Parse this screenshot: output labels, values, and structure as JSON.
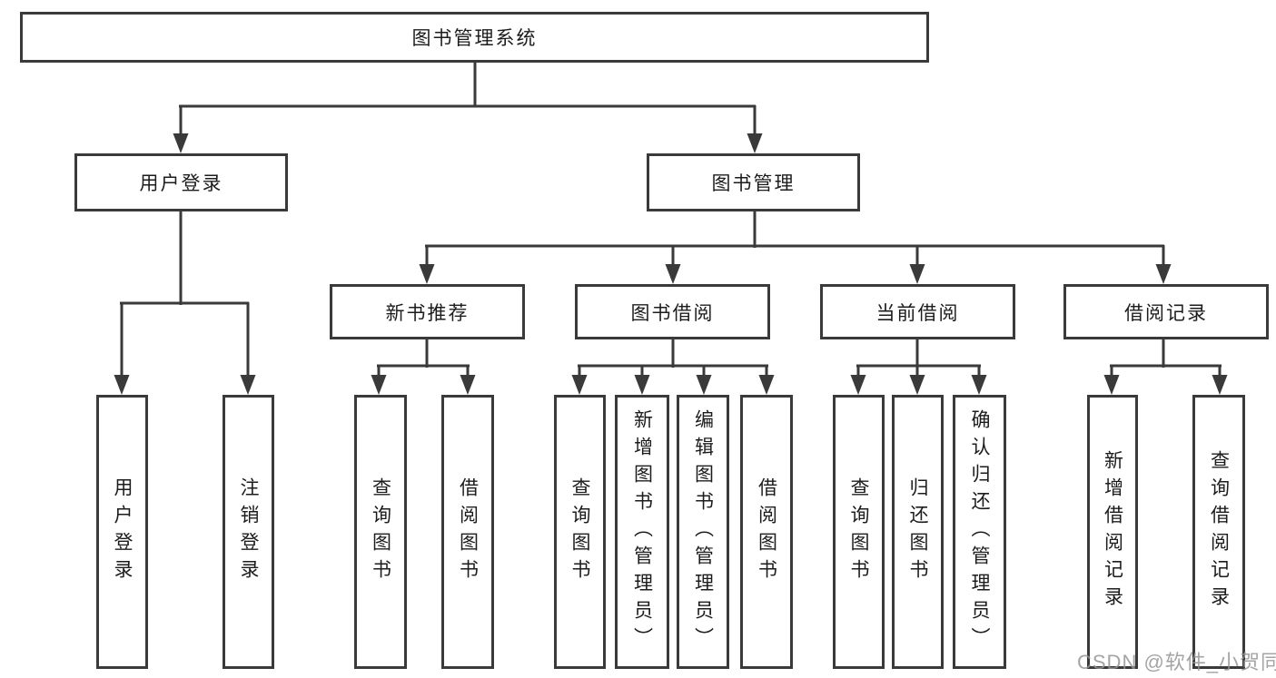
{
  "colors": {
    "line": "#3a3a3a",
    "box_border": "#3a3a3a",
    "text": "#1c1c1c",
    "background": "#ffffff",
    "watermark": "#949494"
  },
  "watermark": {
    "text": "CSDN @软件_小贺同学"
  },
  "tree": {
    "label": "图书管理系统",
    "children": [
      {
        "label": "用户登录",
        "children": [
          {
            "label": "用户登录"
          },
          {
            "label": "注销登录"
          }
        ]
      },
      {
        "label": "图书管理",
        "children": [
          {
            "label": "新书推荐",
            "children": [
              {
                "label": "查询图书"
              },
              {
                "label": "借阅图书"
              }
            ]
          },
          {
            "label": "图书借阅",
            "children": [
              {
                "label": "查询图书"
              },
              {
                "label": "新增图书（管理员）"
              },
              {
                "label": "编辑图书（管理员）"
              },
              {
                "label": "借阅图书"
              }
            ]
          },
          {
            "label": "当前借阅",
            "children": [
              {
                "label": "查询图书"
              },
              {
                "label": "归还图书"
              },
              {
                "label": "确认归还（管理员）"
              }
            ]
          },
          {
            "label": "借阅记录",
            "children": [
              {
                "label": "新增借阅记录"
              },
              {
                "label": "查询借阅记录"
              }
            ]
          }
        ]
      }
    ]
  }
}
